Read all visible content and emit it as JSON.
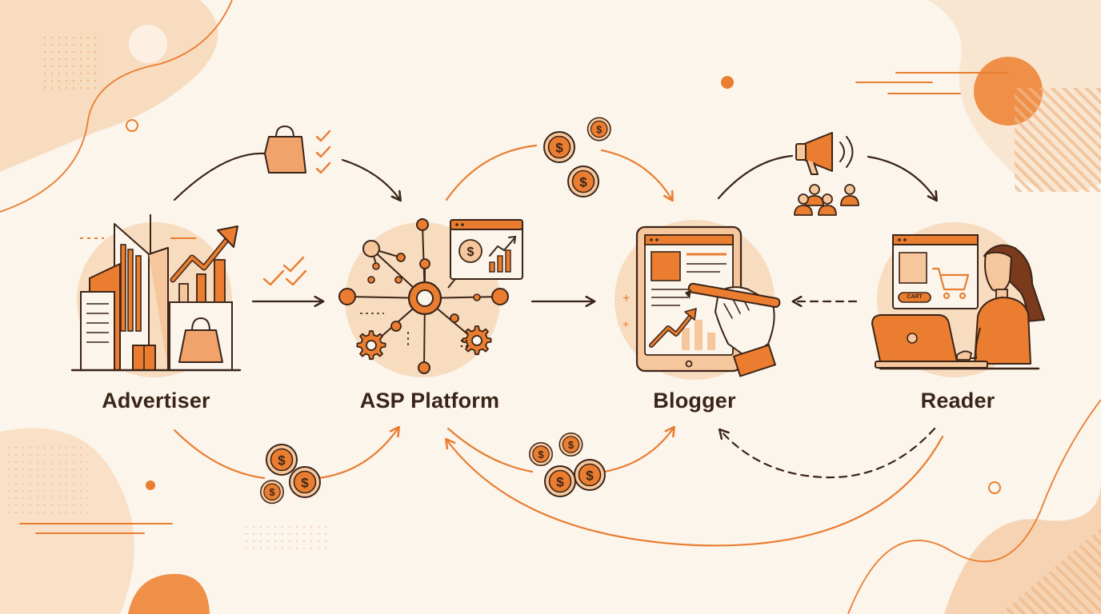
{
  "nodes": [
    {
      "id": "advertiser",
      "label": "Advertiser"
    },
    {
      "id": "asp",
      "label": "ASP Platform"
    },
    {
      "id": "blogger",
      "label": "Blogger"
    },
    {
      "id": "reader",
      "label": "Reader"
    }
  ],
  "icons": {
    "currency": "dollar-coin-icon",
    "shopping": "shopping-bag-icon",
    "approval": "checkmark-icon",
    "promotion": "megaphone-icon",
    "audience": "people-icon",
    "settings": "gear-icon"
  },
  "reader_screen": {
    "cart_button": "CART"
  },
  "colors": {
    "accent": "#ea7d30",
    "accent_light": "#f6c79c",
    "ink": "#3b2418",
    "background": "#fbf5ec"
  }
}
